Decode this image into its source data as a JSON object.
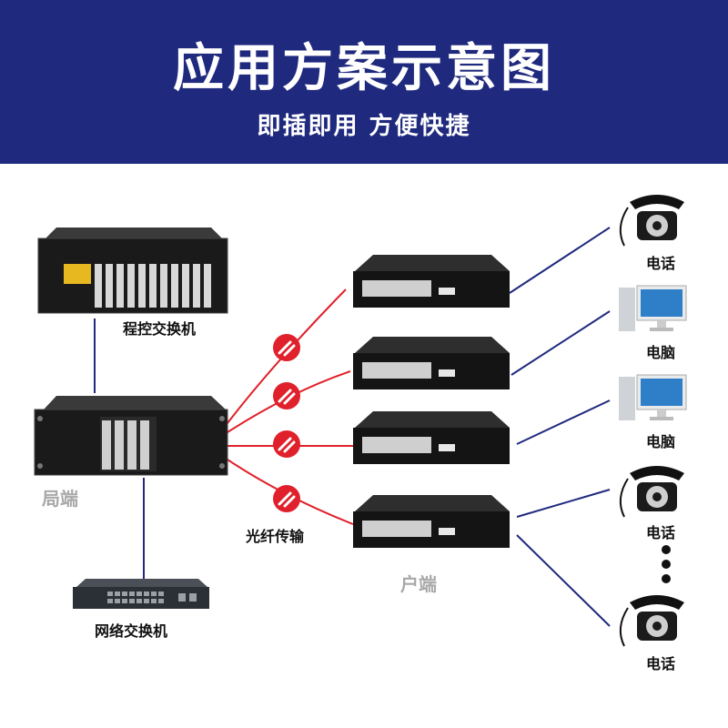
{
  "header": {
    "title": "应用方案示意图",
    "subtitle": "即插即用  方便快捷"
  },
  "labels": {
    "pbx": "程控交换机",
    "central": "局端",
    "network_switch": "网络交换机",
    "fiber": "光纤传输",
    "remote": "户端"
  },
  "endpoints": [
    "电话",
    "电脑",
    "电脑",
    "电话",
    "电话"
  ],
  "colors": {
    "header_bg": "#1f2a7e",
    "fiber_line": "#e0202a",
    "link_line": "#1f2a7e",
    "device_body": "#1a1a1a"
  }
}
